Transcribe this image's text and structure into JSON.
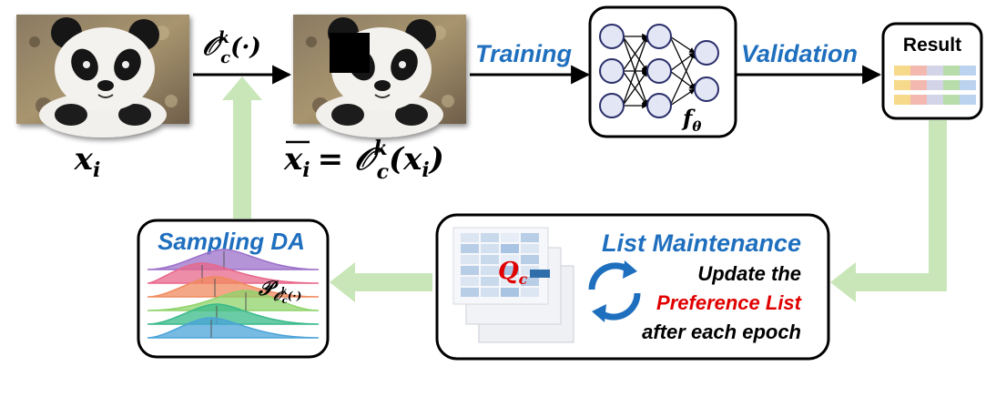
{
  "nodes": {
    "input_image": {
      "icon": "panda-photo",
      "caption": "x",
      "caption_sub": "i"
    },
    "augmented_image": {
      "icon": "panda-photo-with-cutout",
      "caption_lhs": "x",
      "caption_lhs_sub": "i",
      "caption_rhs": "= 𝒪",
      "caption_rhs_sup": "k",
      "caption_rhs_sub": "c",
      "caption_rhs_arg": "(x",
      "caption_rhs_arg_sub": "i",
      "caption_rhs_close": ")"
    },
    "network": {
      "icon": "neural-network",
      "label": "f",
      "label_sub": "θ"
    },
    "result": {
      "title": "Result",
      "icon": "result-table"
    },
    "list_maintenance": {
      "title": "List Maintenance",
      "matrix_label": "Q",
      "matrix_label_sub": "c",
      "line1": "Update the",
      "line2": "Preference List",
      "line3": "after each epoch"
    },
    "sampling_da": {
      "title": "Sampling DA",
      "dist_label": "𝒫",
      "dist_label_sub_base": "𝒪",
      "dist_label_sub_sup": "k",
      "dist_label_sub_sub": "c",
      "dist_label_sub_arg": "(·)"
    }
  },
  "edges": {
    "augment_op": {
      "base": "𝒪",
      "sup": "k",
      "sub": "c",
      "arg": "(·)"
    },
    "training": "Training",
    "validation": "Validation"
  },
  "colors": {
    "accent_blue": "#1f6fbf",
    "accent_red": "#e00000",
    "feedback_green": "#c9e6b8",
    "node_fill": "#e3e6f4",
    "node_stroke": "#2a2f6b",
    "dist_colors": [
      "#9b6fc9",
      "#e8678a",
      "#f08a5d",
      "#8fd36a",
      "#38b98a",
      "#4aa3d8"
    ]
  }
}
